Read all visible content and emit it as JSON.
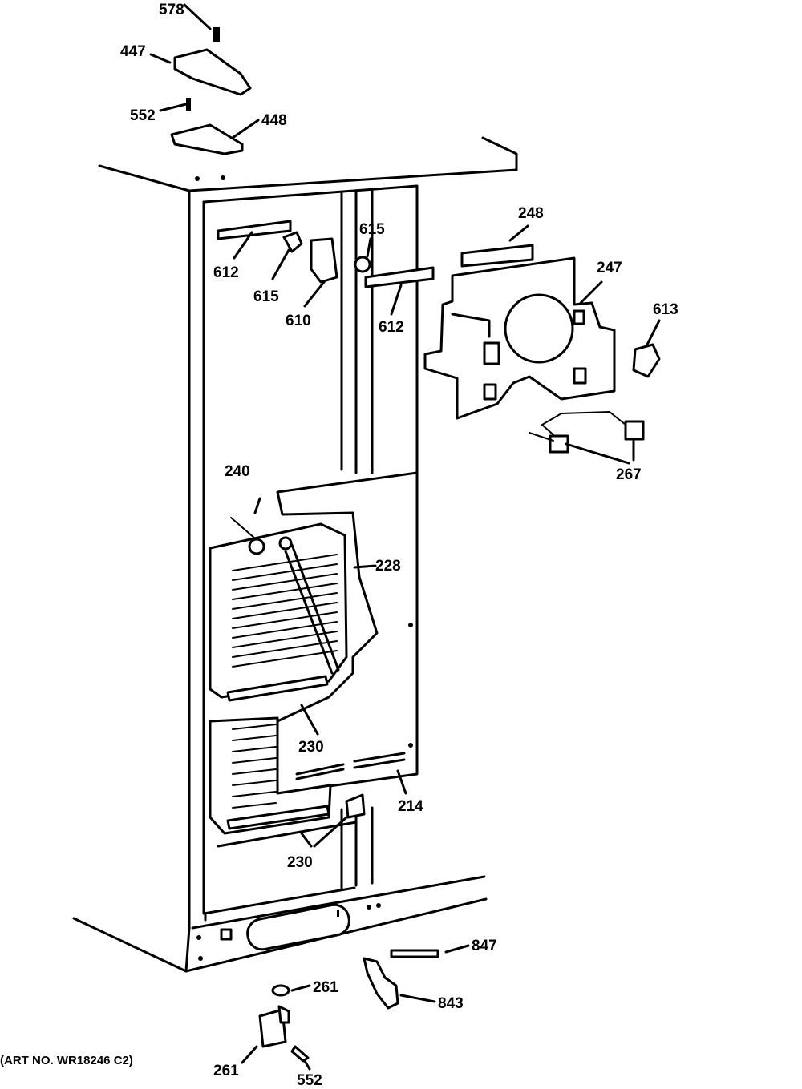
{
  "diagram": {
    "note": "(ART NO. WR18246 C2)",
    "labels": {
      "p578": "578",
      "p447": "447",
      "p552_top": "552",
      "p448": "448",
      "p248": "248",
      "p247": "247",
      "p615_right": "615",
      "p615_left": "615",
      "p612_left": "612",
      "p612_right": "612",
      "p610": "610",
      "p613": "613",
      "p267": "267",
      "p240": "240",
      "p228": "228",
      "p230_upper": "230",
      "p230_lower": "230",
      "p214": "214",
      "p847": "847",
      "p843": "843",
      "p261_upper": "261",
      "p261_lower": "261",
      "p552_bottom": "552"
    }
  }
}
